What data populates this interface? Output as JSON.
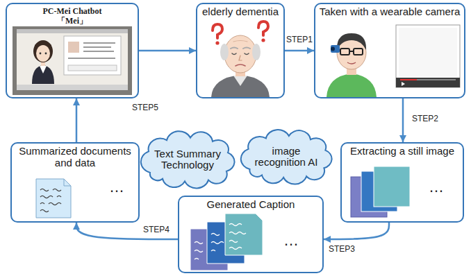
{
  "diagram": {
    "nodes": [
      {
        "text": [
          "PC-Mei Chatbot「Mei」"
        ]
      },
      {
        "text": [
          "elderly dementia"
        ]
      },
      {
        "text": [
          "Taken with a wearable camera"
        ]
      },
      {
        "text": [
          "Summarized documents and data",
          "…"
        ]
      },
      {
        "text": [
          "Text Summary Technology"
        ]
      },
      {
        "text": [
          "image recognition AI"
        ]
      },
      {
        "text": [
          "Extracting a still image",
          "…"
        ]
      },
      {
        "text": [
          "Generated Caption",
          "…"
        ]
      }
    ],
    "edges": [
      {
        "from": 0,
        "to": 1,
        "arrow": "to"
      },
      {
        "from": 1,
        "to": 2,
        "label": "STEP1",
        "arrow": "to"
      },
      {
        "from": 2,
        "to": 6,
        "label": "STEP2",
        "arrow": "to"
      },
      {
        "from": 6,
        "to": 7,
        "label": "STEP3",
        "arrow": "to"
      },
      {
        "from": 7,
        "to": 3,
        "label": "STEP4",
        "arrow": "to"
      },
      {
        "from": 3,
        "to": 0,
        "label": "STEP5",
        "arrow": "to"
      }
    ]
  }
}
